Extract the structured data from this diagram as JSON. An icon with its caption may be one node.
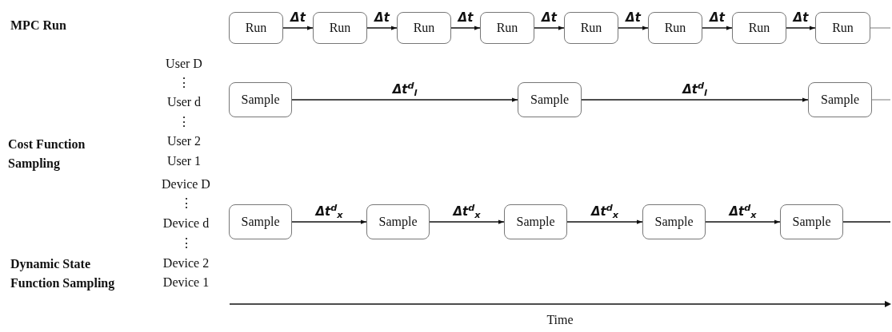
{
  "diagram": {
    "nodes": [
      {
        "text": [
          "Run"
        ]
      },
      {
        "text": [
          "Run"
        ]
      },
      {
        "text": [
          "Run"
        ]
      },
      {
        "text": [
          "Run"
        ]
      },
      {
        "text": [
          "Run"
        ]
      },
      {
        "text": [
          "Run"
        ]
      },
      {
        "text": [
          "Run"
        ]
      },
      {
        "text": [
          "Run"
        ]
      },
      {
        "text": [
          "Sample"
        ]
      },
      {
        "text": [
          "Sample"
        ]
      },
      {
        "text": [
          "Sample"
        ]
      },
      {
        "text": [
          "Sample"
        ]
      },
      {
        "text": [
          "Sample"
        ]
      },
      {
        "text": [
          "Sample"
        ]
      },
      {
        "text": [
          "Sample"
        ]
      },
      {
        "text": [
          "Sample"
        ]
      }
    ],
    "edges": [
      {
        "from": 0,
        "to": 1,
        "arrow": "to",
        "label": "Δt"
      },
      {
        "from": 1,
        "to": 2,
        "arrow": "to",
        "label": "Δt"
      },
      {
        "from": 2,
        "to": 3,
        "arrow": "to",
        "label": "Δt"
      },
      {
        "from": 3,
        "to": 4,
        "arrow": "to",
        "label": "Δt"
      },
      {
        "from": 4,
        "to": 5,
        "arrow": "to",
        "label": "Δt"
      },
      {
        "from": 5,
        "to": 6,
        "arrow": "to",
        "label": "Δt"
      },
      {
        "from": 6,
        "to": 7,
        "arrow": "to",
        "label": "Δt"
      },
      {
        "from": 7,
        "to": null,
        "arrow": "none",
        "color": "#9a9a9a"
      },
      {
        "from": 8,
        "to": 9,
        "arrow": "to",
        "label": "Δt$^{d}$$_{l}$"
      },
      {
        "from": 9,
        "to": 10,
        "arrow": "to",
        "label": "Δt$^{d}$$_{l}$"
      },
      {
        "from": 10,
        "to": null,
        "arrow": "none",
        "color": "#9a9a9a"
      },
      {
        "from": 11,
        "to": 12,
        "arrow": "to",
        "label": "Δt$^{d}$$_{x}$"
      },
      {
        "from": 12,
        "to": 13,
        "arrow": "to",
        "label": "Δt$^{d}$$_{x}$"
      },
      {
        "from": 13,
        "to": 14,
        "arrow": "to",
        "label": "Δt$^{d}$$_{x}$"
      },
      {
        "from": 14,
        "to": 15,
        "arrow": "to",
        "label": "Δt$^{d}$$_{x}$"
      },
      {
        "from": 15,
        "to": null,
        "arrow": "none"
      }
    ],
    "labels": [
      "MPC Run",
      "User D",
      "⋮",
      "User d",
      "⋮",
      "Cost Function Sampling",
      "User 2",
      "User 1",
      "Device D",
      "⋮",
      "Device d",
      "⋮",
      "Dynamic State Function Sampling",
      "Device 2",
      "Device 1",
      "Time"
    ]
  }
}
